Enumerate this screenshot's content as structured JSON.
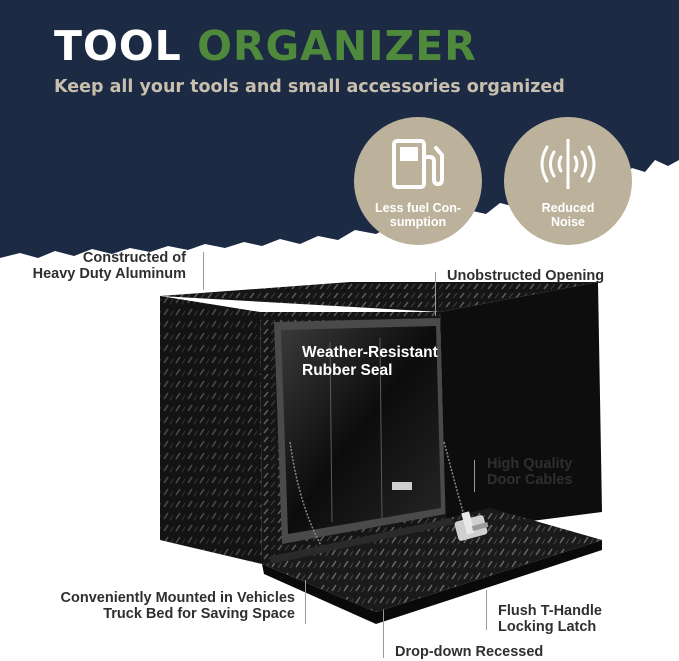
{
  "title": {
    "part1": "TOOL",
    "part2": "ORGANIZER"
  },
  "subtitle": "Keep all your tools and small accessories organized",
  "badges": [
    {
      "label": "Less fuel Con-\nsumption",
      "icon": "fuel-pump-icon"
    },
    {
      "label": "Reduced\nNoise",
      "icon": "noise-reduction-icon"
    }
  ],
  "callouts": {
    "aluminum": "Constructed of\nHeavy Duty Aluminum",
    "opening": "Unobstructed Opening",
    "seal": "Weather-Resistant\nRubber Seal",
    "cables": "High Quality\nDoor Cables",
    "mounted": "Conveniently Mounted in Vehicles\nTruck Bed for Saving Space",
    "latch": "Flush T-Handle\nLocking Latch",
    "recessed": "Drop-down Recessed"
  },
  "colors": {
    "navy": "#1c2a44",
    "green": "#4f8a3c",
    "beige": "#bcb19b",
    "subtitle": "#c9bfae"
  }
}
